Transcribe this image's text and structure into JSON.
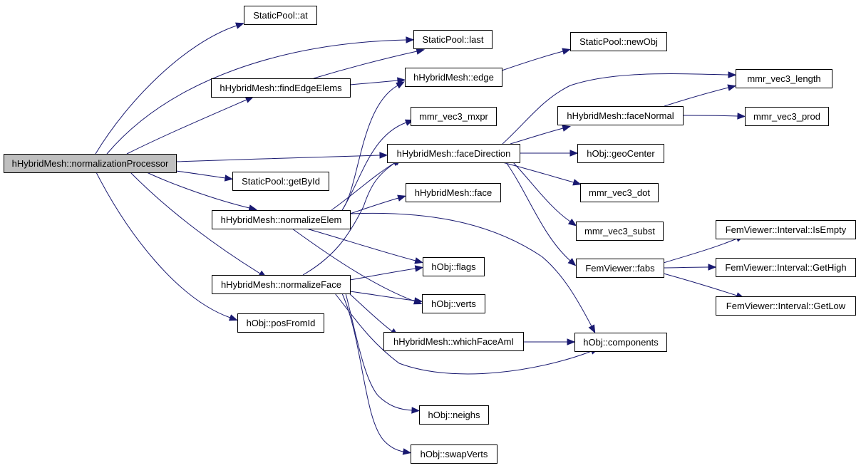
{
  "graph": {
    "edge_color": "#191970",
    "root_fill": "#bfbfbf",
    "node_fill": "#ffffff",
    "nodes": [
      {
        "id": "root",
        "label": "hHybridMesh::normalizationProcessor"
      },
      {
        "id": "at",
        "label": "StaticPool::at"
      },
      {
        "id": "last",
        "label": "StaticPool::last"
      },
      {
        "id": "newObj",
        "label": "StaticPool::newObj"
      },
      {
        "id": "fee",
        "label": "hHybridMesh::findEdgeElems"
      },
      {
        "id": "edge",
        "label": "hHybridMesh::edge"
      },
      {
        "id": "mxpr",
        "label": "mmr_vec3_mxpr"
      },
      {
        "id": "fdir",
        "label": "hHybridMesh::faceDirection"
      },
      {
        "id": "getById",
        "label": "StaticPool::getById"
      },
      {
        "id": "face",
        "label": "hHybridMesh::face"
      },
      {
        "id": "nElem",
        "label": "hHybridMesh::normalizeElem"
      },
      {
        "id": "flags",
        "label": "hObj::flags"
      },
      {
        "id": "nFace",
        "label": "hHybridMesh::normalizeFace"
      },
      {
        "id": "verts",
        "label": "hObj::verts"
      },
      {
        "id": "posFromId",
        "label": "hObj::posFromId"
      },
      {
        "id": "wfam",
        "label": "hHybridMesh::whichFaceAmI"
      },
      {
        "id": "neighs",
        "label": "hObj::neighs"
      },
      {
        "id": "swap",
        "label": "hObj::swapVerts"
      },
      {
        "id": "fnorm",
        "label": "hHybridMesh::faceNormal"
      },
      {
        "id": "len",
        "label": "mmr_vec3_length"
      },
      {
        "id": "prod",
        "label": "mmr_vec3_prod"
      },
      {
        "id": "geo",
        "label": "hObj::geoCenter"
      },
      {
        "id": "dot",
        "label": "mmr_vec3_dot"
      },
      {
        "id": "subst",
        "label": "mmr_vec3_subst"
      },
      {
        "id": "fabs",
        "label": "FemViewer::fabs"
      },
      {
        "id": "comp",
        "label": "hObj::components"
      },
      {
        "id": "isEmpty",
        "label": "FemViewer::Interval::IsEmpty"
      },
      {
        "id": "getHigh",
        "label": "FemViewer::Interval::GetHigh"
      },
      {
        "id": "getLow",
        "label": "FemViewer::Interval::GetLow"
      }
    ],
    "edges": [
      {
        "from": "root",
        "to": "at"
      },
      {
        "from": "root",
        "to": "last"
      },
      {
        "from": "root",
        "to": "fee"
      },
      {
        "from": "root",
        "to": "fdir"
      },
      {
        "from": "root",
        "to": "getById"
      },
      {
        "from": "root",
        "to": "nElem"
      },
      {
        "from": "root",
        "to": "nFace"
      },
      {
        "from": "root",
        "to": "posFromId"
      },
      {
        "from": "fee",
        "to": "last"
      },
      {
        "from": "fee",
        "to": "edge"
      },
      {
        "from": "edge",
        "to": "newObj"
      },
      {
        "from": "nElem",
        "to": "edge"
      },
      {
        "from": "nElem",
        "to": "mxpr"
      },
      {
        "from": "nElem",
        "to": "fdir"
      },
      {
        "from": "nElem",
        "to": "face"
      },
      {
        "from": "nElem",
        "to": "flags"
      },
      {
        "from": "nElem",
        "to": "verts"
      },
      {
        "from": "nElem",
        "to": "comp"
      },
      {
        "from": "nFace",
        "to": "fdir"
      },
      {
        "from": "nFace",
        "to": "flags"
      },
      {
        "from": "nFace",
        "to": "verts"
      },
      {
        "from": "nFace",
        "to": "wfam"
      },
      {
        "from": "nFace",
        "to": "comp"
      },
      {
        "from": "nFace",
        "to": "neighs"
      },
      {
        "from": "nFace",
        "to": "swap"
      },
      {
        "from": "fdir",
        "to": "len"
      },
      {
        "from": "fdir",
        "to": "fnorm"
      },
      {
        "from": "fdir",
        "to": "geo"
      },
      {
        "from": "fdir",
        "to": "dot"
      },
      {
        "from": "fdir",
        "to": "subst"
      },
      {
        "from": "fdir",
        "to": "fabs"
      },
      {
        "from": "fnorm",
        "to": "len"
      },
      {
        "from": "fnorm",
        "to": "prod"
      },
      {
        "from": "fabs",
        "to": "isEmpty"
      },
      {
        "from": "fabs",
        "to": "getHigh"
      },
      {
        "from": "fabs",
        "to": "getLow"
      },
      {
        "from": "wfam",
        "to": "comp"
      }
    ]
  }
}
